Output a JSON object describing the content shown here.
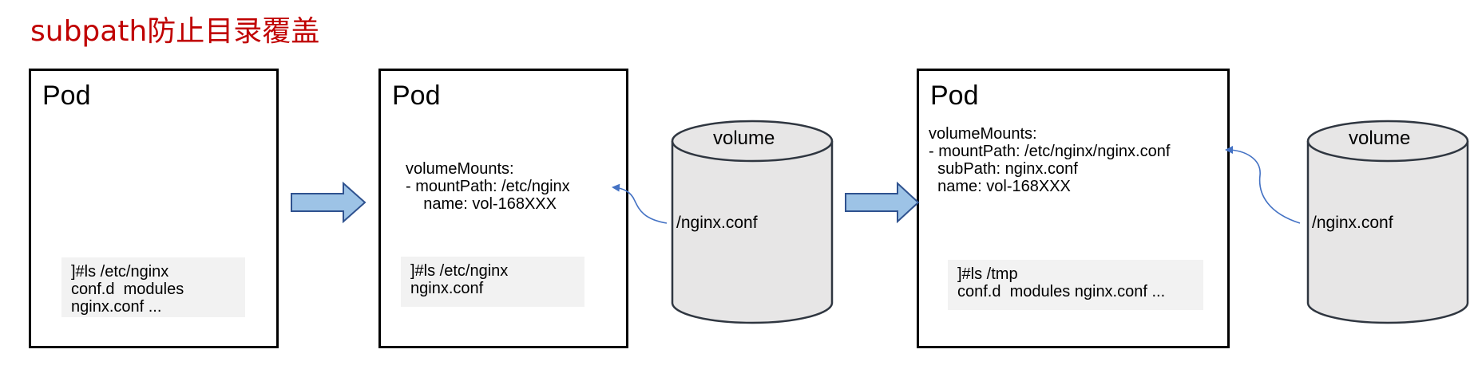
{
  "title": "subpath防止目录覆盖",
  "panels": [
    {
      "pod_label": "Pod",
      "mounts": "",
      "ls": "]#ls /etc/nginx\nconf.d  modules\nnginx.conf ..."
    },
    {
      "pod_label": "Pod",
      "mounts": "volumeMounts:\n- mountPath: /etc/nginx\n    name: vol-168XXX",
      "ls": "]#ls /etc/nginx\nnginx.conf",
      "volume_label": "volume",
      "volume_file": "/nginx.conf"
    },
    {
      "pod_label": "Pod",
      "mounts": "volumeMounts:\n- mountPath: /etc/nginx/nginx.conf\n  subPath: nginx.conf\n  name: vol-168XXX",
      "ls": "]#ls /tmp\nconf.d  modules nginx.conf ...",
      "volume_label": "volume",
      "volume_file": "/nginx.conf"
    }
  ],
  "colors": {
    "title": "#c00000",
    "arrow_fill": "#9dc3e6",
    "arrow_stroke": "#2f528f",
    "cylinder_fill": "#e7e6e6",
    "connector": "#4472c4",
    "ls_background": "#f2f2f2"
  }
}
